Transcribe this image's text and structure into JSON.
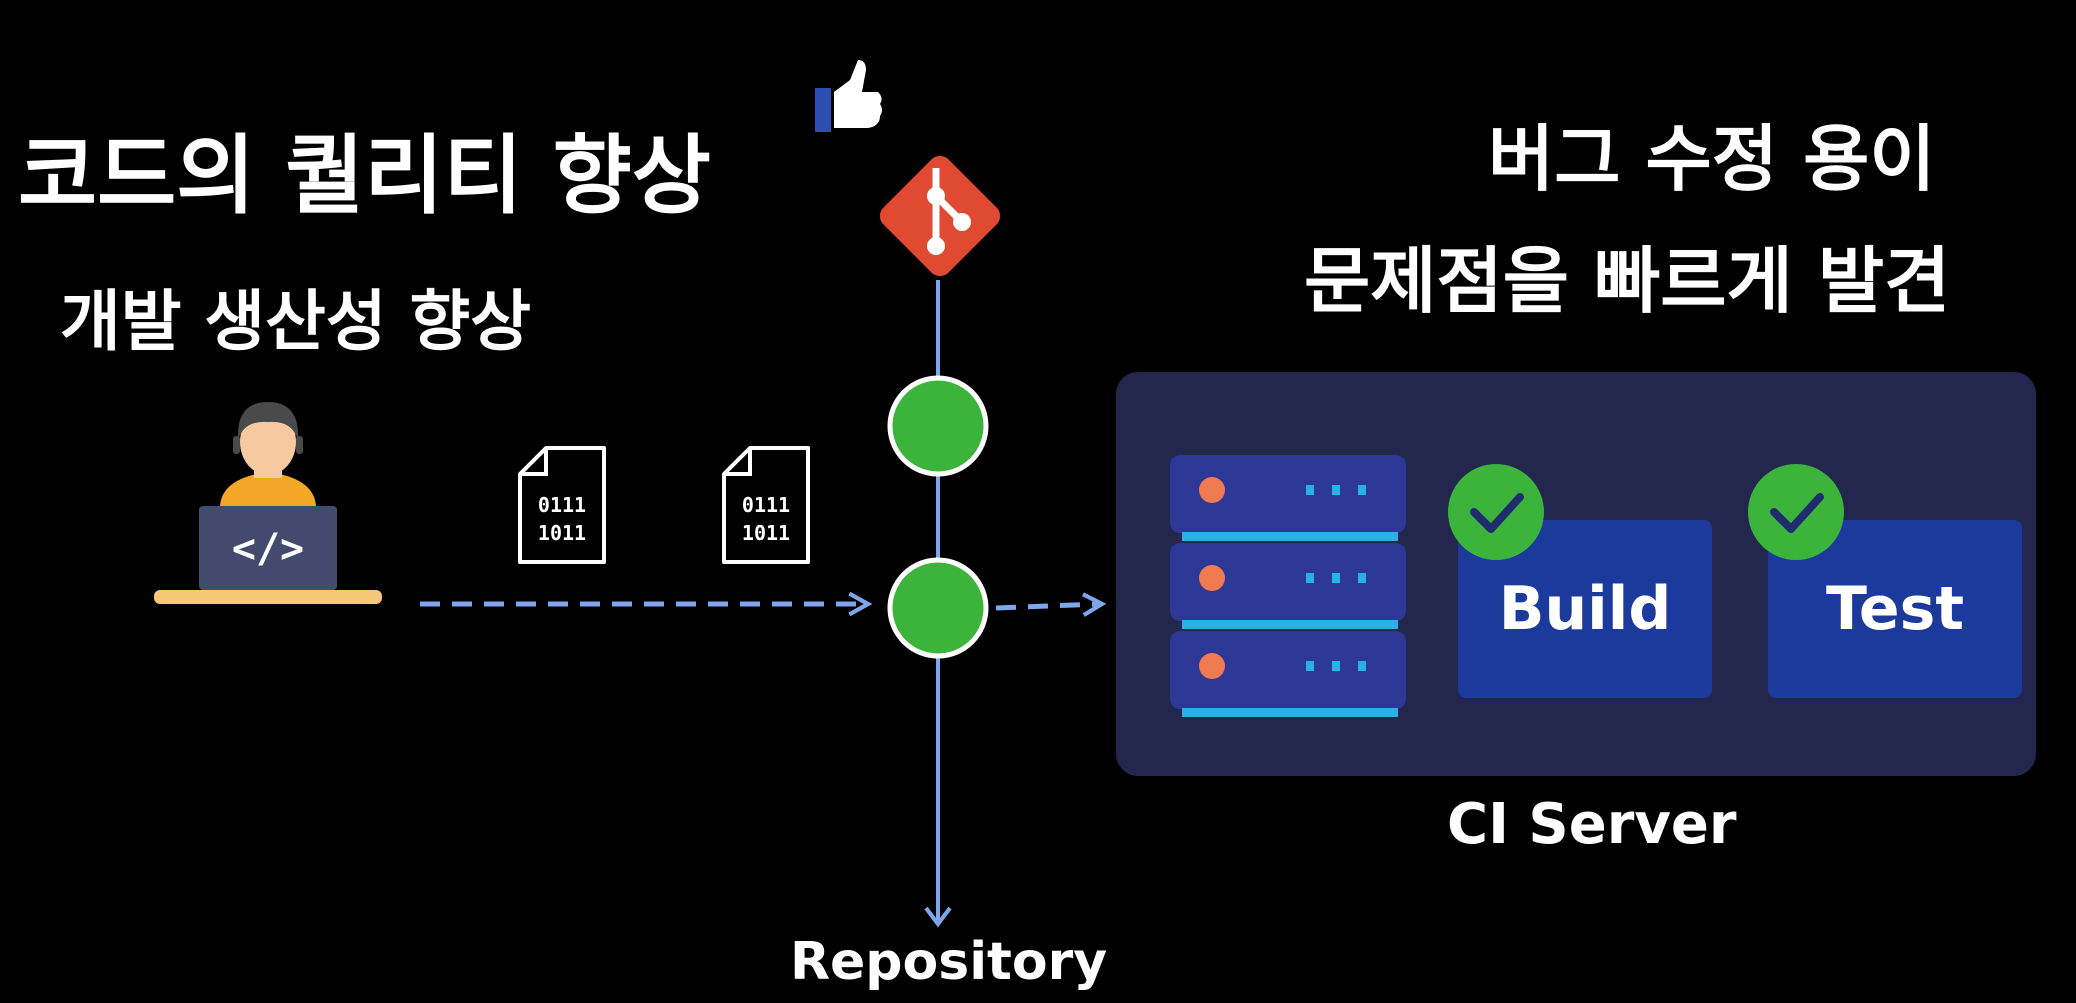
{
  "left_titles": {
    "line1": "코드의 퀄리티 향상",
    "line2": "개발 생산성 향상"
  },
  "right_titles": {
    "line1": "버그 수정 용이",
    "line2": "문제점을 빠르게 발견"
  },
  "files": {
    "binary_line1": "0111",
    "binary_line2": "1011"
  },
  "laptop": {
    "code_glyph": "</>"
  },
  "ci_server": {
    "label": "CI Server",
    "stages": [
      "Build",
      "Test"
    ]
  },
  "repository": {
    "label": "Repository"
  },
  "colors": {
    "background": "#000000",
    "commit_green": "#3cb43c",
    "git_red": "#e04a32",
    "flow_line": "#7ea6ea",
    "server_panel": "#23264d",
    "stage_box": "#1c3a9c",
    "check_green": "#3cb43c",
    "thumbs_up": "#ffffff"
  },
  "icons": [
    "developer-icon",
    "laptop-icon",
    "binary-file-icon",
    "git-logo-icon",
    "thumbs-up-icon",
    "server-rack-icon",
    "check-icon"
  ]
}
